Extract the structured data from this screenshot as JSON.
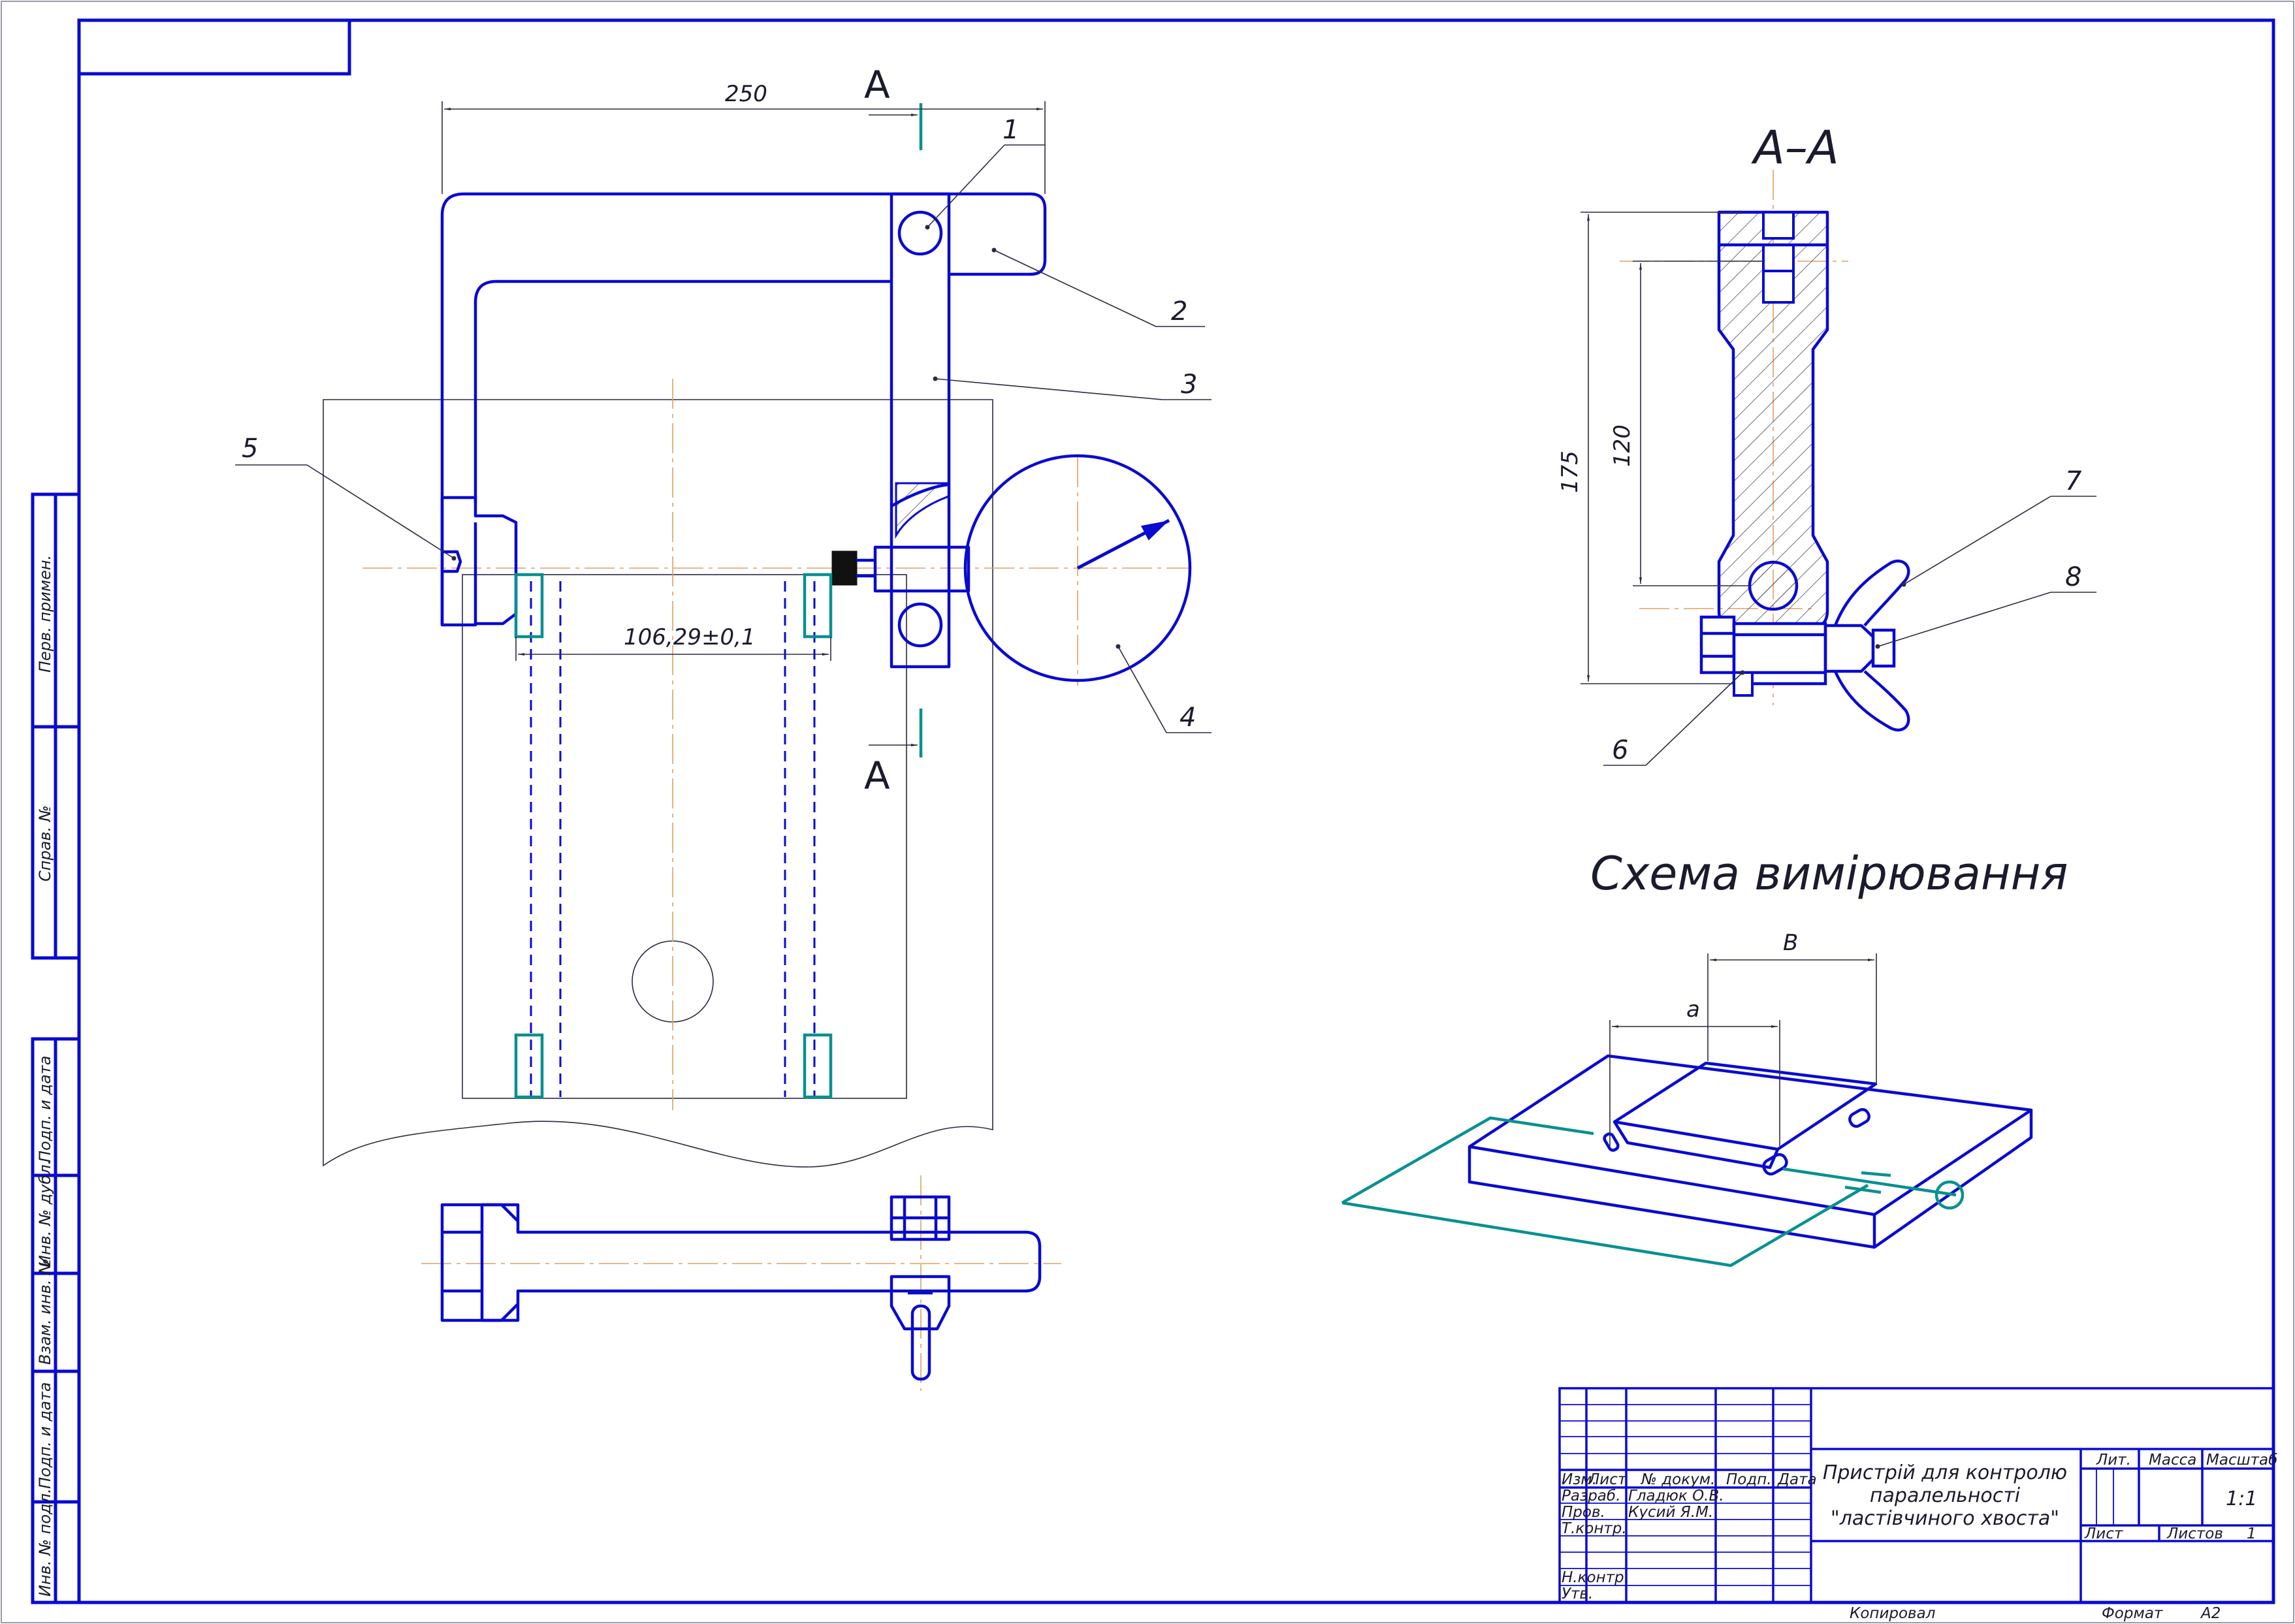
{
  "drawing": {
    "title": "Пристрій для контролю паралельності \"ластівчиного хвоста\"",
    "title_lines": [
      "Пристрій для контролю",
      "паралельності",
      "\"ластівчиного хвоста\""
    ],
    "section_label": "А–А",
    "section_marks": [
      "А",
      "А"
    ],
    "scheme_title": "Схема вимірювання",
    "scheme_dims": {
      "a": "a",
      "b": "B"
    },
    "dimensions": {
      "width": "250",
      "spacing": "106,29±0,1",
      "height_total": "175",
      "height_inner": "120"
    },
    "part_numbers": [
      "1",
      "2",
      "3",
      "4",
      "5",
      "6",
      "7",
      "8"
    ]
  },
  "side_stamp": [
    "Перв. примен.",
    "Справ. №",
    "Подп. и дата",
    "Инв. № дубл.",
    "Взам. инв. №",
    "Подп. и дата",
    "Инв. № подл."
  ],
  "title_block": {
    "col_headers": [
      "Изм.",
      "Лист",
      "№ докум.",
      "Подп.",
      "Дата"
    ],
    "rows": [
      {
        "role": "Разраб.",
        "name": "Гладюк О.В."
      },
      {
        "role": "Пров.",
        "name": "Кусий Я.М."
      },
      {
        "role": "Т.контр.",
        "name": ""
      },
      {
        "role": "",
        "name": ""
      },
      {
        "role": "Н.контр.",
        "name": ""
      },
      {
        "role": "Утв.",
        "name": ""
      }
    ],
    "lit_label": "Лит.",
    "mass_label": "Масса",
    "scale_label": "Масштаб",
    "scale_value": "1:1",
    "sheet_label": "Лист",
    "sheets_label": "Листов",
    "sheets_value": "1",
    "copied_label": "Копировал",
    "format_label": "Формат",
    "format_value": "А2"
  }
}
